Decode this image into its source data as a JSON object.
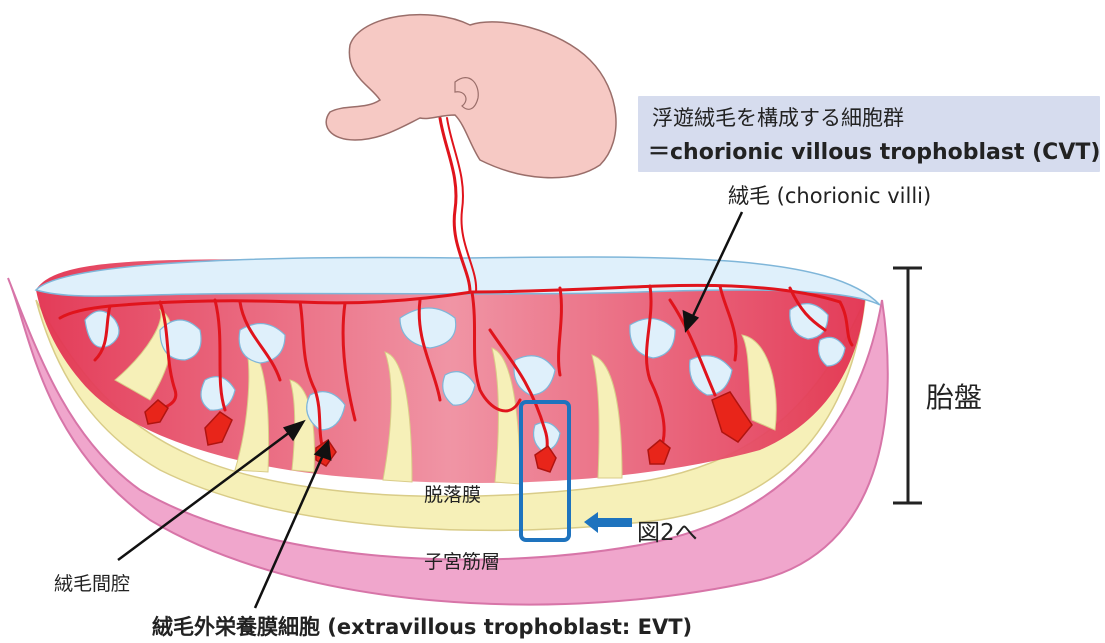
{
  "labels": {
    "cvt_line1": "浮遊絨毛を構成する細胞群",
    "cvt_line2": "＝chorionic villous trophoblast (CVT)",
    "villi": "絨毛 (chorionic villi)",
    "placenta": "胎盤",
    "decidua": "脱落膜",
    "to_figure2": "図2へ",
    "myometrium": "子宮筋層",
    "intervillous_space": "絨毛間腔",
    "evt": "絨毛外栄養膜細胞 (extravillous trophoblast: EVT)"
  },
  "colors": {
    "fetus_fill": "#f6c9c4",
    "fetus_stroke": "#9a6e6a",
    "myometrium": "#f0a6cc",
    "myometrium_stroke": "#d775a8",
    "decidua": "#f6f0b8",
    "villous_tissue": "#e0506a",
    "intervillous_blue": "#dff0fb",
    "vessel": "#e0141c",
    "evt_cell": "#e8251a",
    "highlight_box": "#1e73be",
    "arrow_blue": "#1e73be",
    "label_box": "#d6dcee"
  }
}
